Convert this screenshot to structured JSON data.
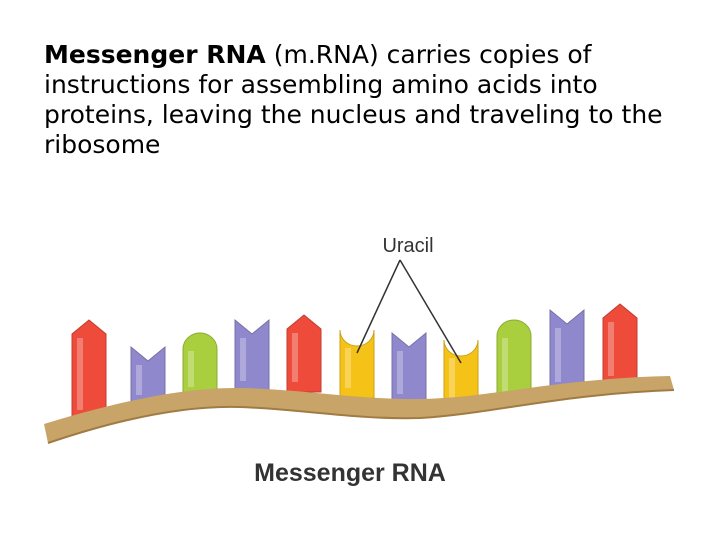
{
  "caption": {
    "term": "Messenger RNA",
    "rest": " (m.RNA) carries copies of instructions for assembling amino acids into proteins, leaving the nucleus and traveling to the ribosome"
  },
  "diagram": {
    "pointer_label": "Uracil",
    "strand_label": "Messenger RNA",
    "colors": {
      "strand": "#c8a468",
      "strand_edge": "#a07c44",
      "red": "#ee4b3b",
      "purple": "#8f88cc",
      "green": "#a9cf3e",
      "yellow": "#f5c318",
      "pointer": "#333333"
    },
    "bases": [
      {
        "color": "red",
        "shape": "arrow"
      },
      {
        "color": "purple",
        "shape": "notch"
      },
      {
        "color": "green",
        "shape": "round"
      },
      {
        "color": "purple",
        "shape": "notch"
      },
      {
        "color": "red",
        "shape": "arrow"
      },
      {
        "color": "yellow",
        "shape": "cup"
      },
      {
        "color": "purple",
        "shape": "notch"
      },
      {
        "color": "yellow",
        "shape": "cup"
      },
      {
        "color": "green",
        "shape": "round"
      },
      {
        "color": "purple",
        "shape": "notch"
      },
      {
        "color": "red",
        "shape": "arrow"
      }
    ],
    "uracil_indices": [
      5,
      7
    ]
  }
}
